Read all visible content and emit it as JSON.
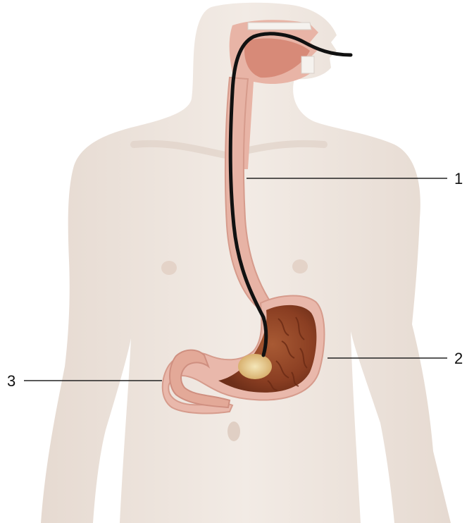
{
  "callouts": [
    {
      "label": "1"
    },
    {
      "label": "2"
    },
    {
      "label": "3"
    }
  ],
  "colors": {
    "skin": "#efe6df",
    "skin_shadow": "#e2d5cb",
    "tissue": "#d99a8c",
    "tissue_dark": "#b5604f",
    "stomach_inner": "#9c4a2a",
    "endoscope": "#111111",
    "leader_line": "#222222"
  },
  "icons": [
    "human-torso-illustration",
    "stomach-cross-section",
    "endoscope-tube"
  ]
}
